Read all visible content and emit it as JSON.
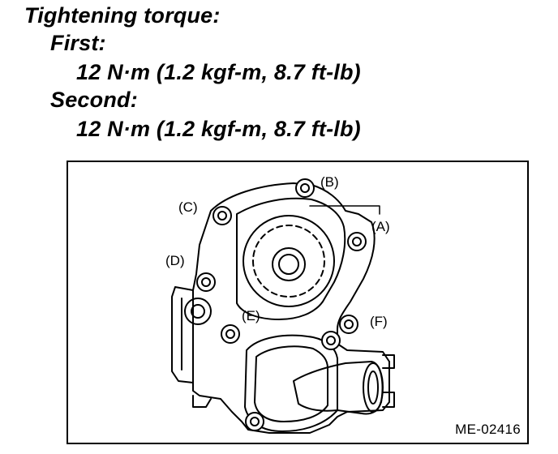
{
  "spec": {
    "heading": "Tightening torque:",
    "first_label": "First:",
    "first_value": "12 N·m (1.2 kgf-m, 8.7 ft-lb)",
    "second_label": "Second:",
    "second_value": "12 N·m (1.2 kgf-m, 8.7 ft-lb)"
  },
  "figure": {
    "callouts": {
      "a": "(A)",
      "b": "(B)",
      "c": "(C)",
      "d": "(D)",
      "e": "(E)",
      "f": "(F)"
    },
    "figure_id": "ME-02416"
  }
}
